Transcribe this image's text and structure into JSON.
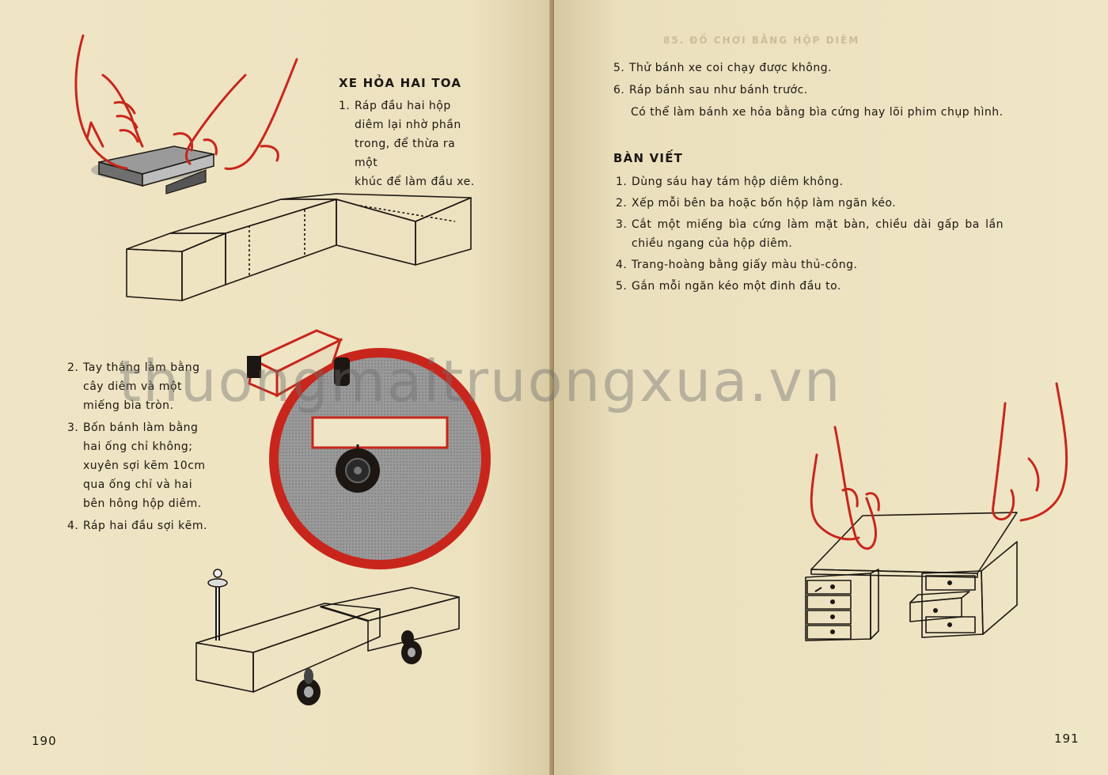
{
  "left_page": {
    "title": "XE HỎA HAI TOA",
    "steps_top": [
      {
        "num": "1.",
        "lines": [
          "Ráp đầu hai hộp",
          "diêm lại nhờ phần",
          "trong, để thừa ra một",
          "khúc để làm đầu xe."
        ]
      }
    ],
    "steps_bottom": [
      {
        "num": "2.",
        "lines": [
          "Tay thắng làm bằng",
          "cây diêm và một",
          "miếng bìa tròn."
        ]
      },
      {
        "num": "3.",
        "lines": [
          "Bốn bánh làm bằng",
          "hai ống chỉ không;",
          "xuyên sợi kẽm 10cm",
          "qua ống chỉ và hai",
          "bên hông hộp diêm."
        ]
      },
      {
        "num": "4.",
        "lines": [
          "Ráp hai đầu sợi kẽm."
        ]
      }
    ],
    "page_number": "190"
  },
  "right_page": {
    "header_faded": "85. ĐỒ CHƠI BẰNG HỘP DIÊM",
    "steps_top": [
      {
        "num": "5.",
        "text": "Thử bánh xe coi chạy được không."
      },
      {
        "num": "6.",
        "text": "Ráp bánh sau như bánh trước."
      }
    ],
    "note": "Có thể làm bánh xe hỏa bằng bìa cứng hay lõi phim chụp hình.",
    "section_title": "BÀN VIẾT",
    "steps": [
      {
        "num": "1.",
        "text": "Dùng sáu hay tám hộp diêm không."
      },
      {
        "num": "2.",
        "text": "Xếp mỗi bên ba hoặc bốn hộp làm ngăn kéo."
      },
      {
        "num": "3.",
        "text": "Cắt một miếng bìa cứng làm mặt bàn, chiều dài gấp ba lần chiều ngang của hộp diêm."
      },
      {
        "num": "4.",
        "text": "Trang-hoàng bằng giấy màu thủ-công."
      },
      {
        "num": "5.",
        "text": "Gắn mỗi ngăn kéo một đinh đầu to."
      }
    ],
    "page_number": "191"
  },
  "watermark": "thuongmaitruongxua.vn",
  "icons": [
    "hands-matchbox-illustration",
    "open-matchboxes-illustration",
    "wheel-detail-circle",
    "train-illustration",
    "hands-desk-illustration"
  ],
  "colors": {
    "paper": "#efe5c4",
    "ink": "#1c1712",
    "accent_red": "#c8261c",
    "gray_fill": "#8f8f8f"
  }
}
